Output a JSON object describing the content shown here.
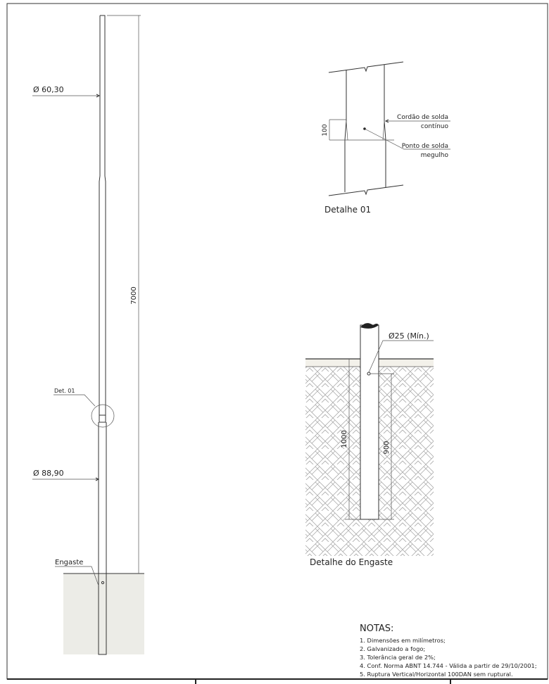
{
  "main_pole": {
    "diameter_top": "Ø 60,30",
    "diameter_bottom": "Ø 88,90",
    "height_dimension": "7000",
    "detail_ref": "Det. 01",
    "embed_label": "Engaste"
  },
  "detail_01": {
    "title": "Detalhe 01",
    "dimension": "100",
    "weld_bead_line1": "Cordão de solda",
    "weld_bead_line2": "contínuo",
    "weld_point_line1": "Ponto de solda",
    "weld_point_line2": "megulho"
  },
  "detail_engaste": {
    "title": "Detalhe do Engaste",
    "hole_label": "Ø25 (Mín.)",
    "depth_dimension": "1000",
    "hole_dimension": "900"
  },
  "notes": {
    "title": "NOTAS:",
    "items": [
      "1. Dimensões em milímetros;",
      "2. Galvanizado a fogo;",
      "3. Tolerância geral de 2%;",
      "4. Conf. Norma ABNT 14.744 - Válida a partir de 29/10/2001;",
      "5. Ruptura Vertical/Horizontal 100DAN sem ruptural."
    ]
  }
}
